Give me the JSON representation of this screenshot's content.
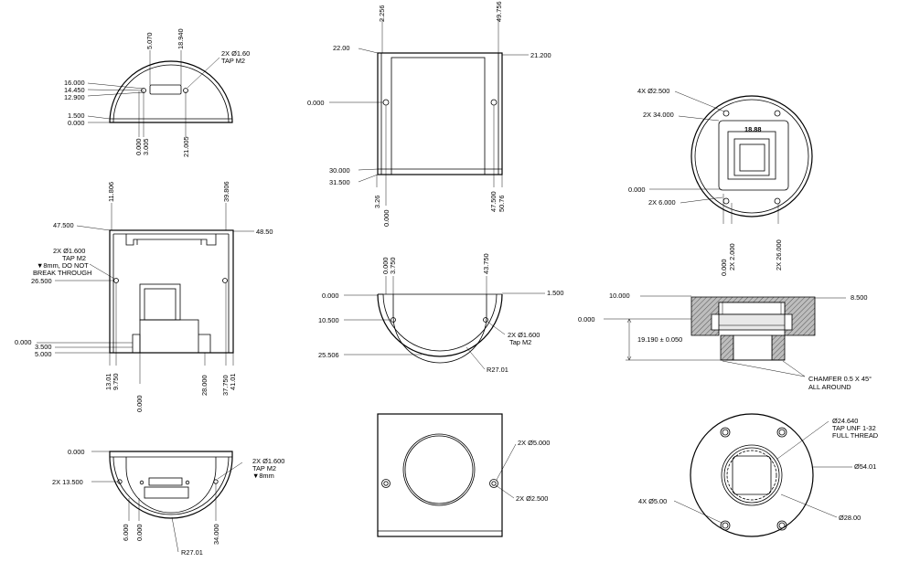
{
  "views": {
    "v1": {
      "top": [
        "5.070",
        "18.940"
      ],
      "left": [
        "16.000",
        "14.450",
        "12.900",
        "1.500",
        "0.000"
      ],
      "bottom": [
        "0.000",
        "3.005",
        "21.005"
      ],
      "callout": [
        "2X Ø1.60",
        "TAP M2"
      ]
    },
    "v2": {
      "top": [
        "2.256",
        "49.756"
      ],
      "left": [
        "22.00",
        "0.000",
        "30.000",
        "31.500"
      ],
      "right": [
        "21.200"
      ],
      "bottom": [
        "3.26",
        "0.000",
        "47.500",
        "50.76"
      ]
    },
    "v3": {
      "center": "18.88",
      "left": [
        "4X Ø2.500",
        "2X 34.000",
        "0.000",
        "2X 6.000"
      ],
      "bottom": [
        "0.000",
        "2X 2.000",
        "2X 26.000"
      ]
    },
    "v4": {
      "top": [
        "11.806",
        "39.806"
      ],
      "left": [
        "47.500",
        "26.500",
        "0.000",
        "3.500",
        "5.000"
      ],
      "right": [
        "48.50"
      ],
      "callout": [
        "2X Ø1.600",
        "TAP M2",
        "▼8mm, DO NOT",
        "BREAK THROUGH"
      ],
      "bottom": [
        "13.01",
        "9.750",
        "0.000",
        "28.000",
        "37.750",
        "41.01"
      ]
    },
    "v5": {
      "top": [
        "0.000",
        "3.750",
        "43.750"
      ],
      "left": [
        "0.000",
        "10.500",
        "25.506"
      ],
      "right": [
        "1.500"
      ],
      "callout": [
        "2X Ø1.600",
        "Tap M2"
      ],
      "radius": "R27.01"
    },
    "v6": {
      "left": [
        "10.000",
        "0.000"
      ],
      "right": [
        "8.500"
      ],
      "height": "19.190 ± 0.050",
      "chamfer": [
        "CHAMFER 0.5 X 45°",
        "ALL AROUND"
      ]
    },
    "v7": {
      "left": [
        "0.000",
        "2X 13.500"
      ],
      "callout": [
        "2X Ø1.600",
        "TAP M2",
        "▼8mm"
      ],
      "bottom": [
        "6.000",
        "0.000",
        "34.000"
      ],
      "radius": "R27.01"
    },
    "v8": {
      "callout1": "2X Ø5.000",
      "callout2": "2X Ø2.500"
    },
    "v9": {
      "thread": [
        "Ø24.640",
        "TAP UNF 1-32",
        "FULL THREAD"
      ],
      "outer": "Ø54.01",
      "holes": "4X Ø5.00",
      "inner": "Ø28.00"
    }
  }
}
